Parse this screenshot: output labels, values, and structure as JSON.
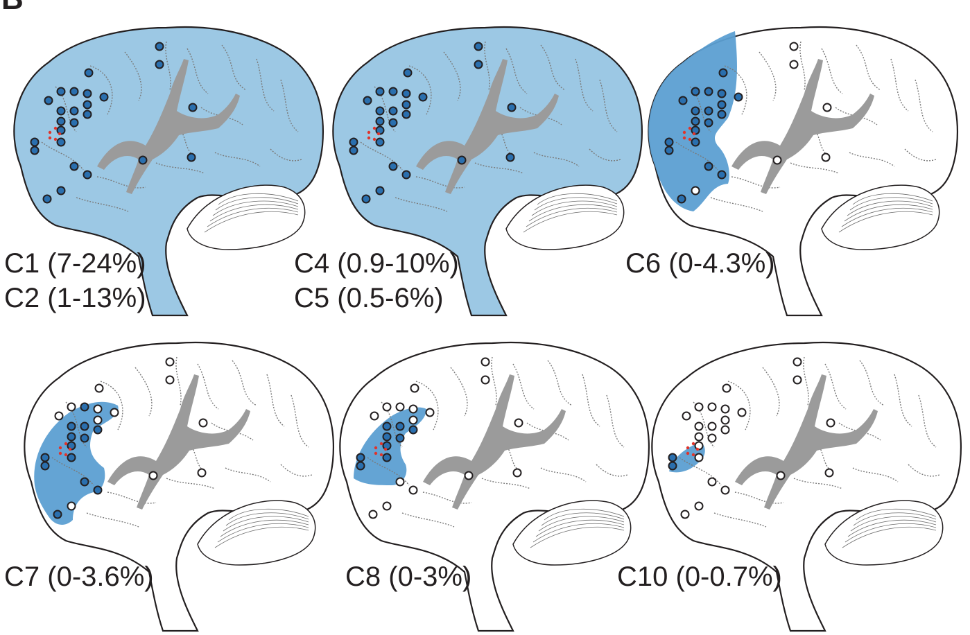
{
  "panel_letter": "B",
  "colors": {
    "region_fill": "#9cc8e4",
    "region_fill_focal": "#5c9fd2",
    "brain_outline": "#231f20",
    "sulcus": "#7a7a7a",
    "fissure": "#9b9b9b",
    "electrode_active": "#2a6fae",
    "electrode_inactive": "#ffffff",
    "stim_marker": "#e0342b"
  },
  "panels": [
    {
      "id": "c1-c2",
      "labels": [
        "C1 (7-24%)",
        "C2 (1-13%)"
      ],
      "coverage": "full"
    },
    {
      "id": "c4-c5",
      "labels": [
        "C4 (0.9-10%)",
        "C5 (0.5-6%)"
      ],
      "coverage": "full"
    },
    {
      "id": "c6",
      "labels": [
        "C6 (0-4.3%)"
      ],
      "coverage": "frontal"
    },
    {
      "id": "c7",
      "labels": [
        "C7 (0-3.6%)"
      ],
      "coverage": "frontal-inferior"
    },
    {
      "id": "c8",
      "labels": [
        "C8 (0-3%)"
      ],
      "coverage": "frontal-small"
    },
    {
      "id": "c10",
      "labels": [
        "C10 (0-0.7%)"
      ],
      "coverage": "frontal-tiny"
    }
  ]
}
